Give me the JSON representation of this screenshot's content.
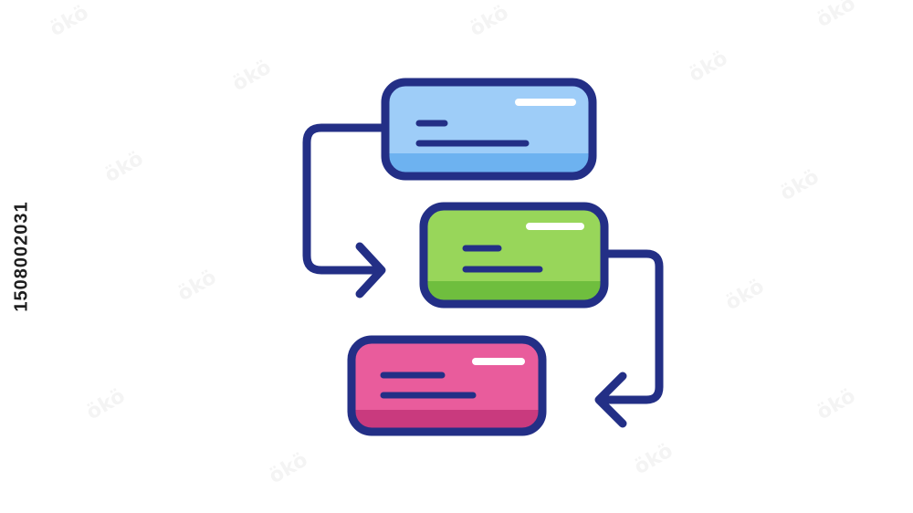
{
  "diagram": {
    "type": "flowchart-icon",
    "nodes": [
      {
        "id": "top",
        "fill": "#9ECDF8",
        "shade": "#6DB2F0"
      },
      {
        "id": "middle",
        "fill": "#98D65A",
        "shade": "#6FBE3E"
      },
      {
        "id": "bottom",
        "fill": "#E95C9C",
        "shade": "#C93A7E"
      }
    ],
    "edges": [
      {
        "from": "top",
        "to": "middle"
      },
      {
        "from": "middle",
        "to": "bottom"
      }
    ],
    "outline_color": "#232F86",
    "highlight_color": "#FFFFFF"
  },
  "stock_id": "1508002031",
  "watermark_text": "ökö"
}
